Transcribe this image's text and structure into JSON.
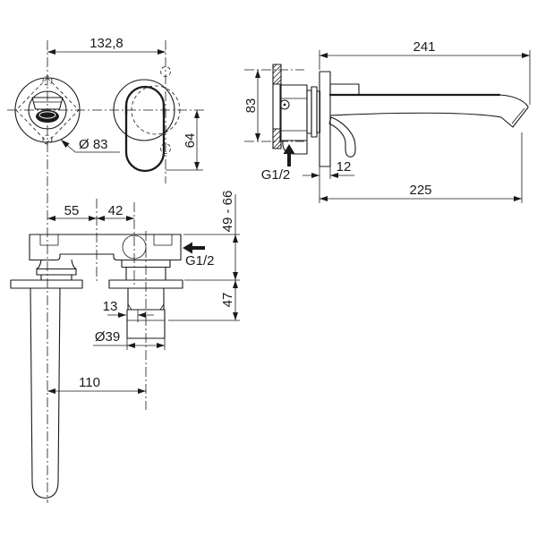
{
  "drawing": {
    "title": "wall-mounted-basin-mixer-dimension-drawing",
    "background": "#ffffff",
    "line_color": "#1a1a1a",
    "views": {
      "front": {
        "dim_span": "132,8",
        "dim_escutcheon_diameter": "Ø 83",
        "dim_handle_drop": "64"
      },
      "side": {
        "dim_total_projection": "241",
        "dim_body_height": "83",
        "thread_label": "G1/2",
        "dim_plate_thickness": "12",
        "dim_spout_projection": "225"
      },
      "plan": {
        "dim_spout_to_mid": "55",
        "dim_mid_to_valve": "42",
        "dim_depth_range": "49 - 66",
        "thread_label": "G1/2",
        "dim_plate_to_outlet": "47",
        "dim_step": "13",
        "dim_aerator_diameter": "Ø39",
        "dim_spout_to_outlet": "110"
      }
    }
  }
}
